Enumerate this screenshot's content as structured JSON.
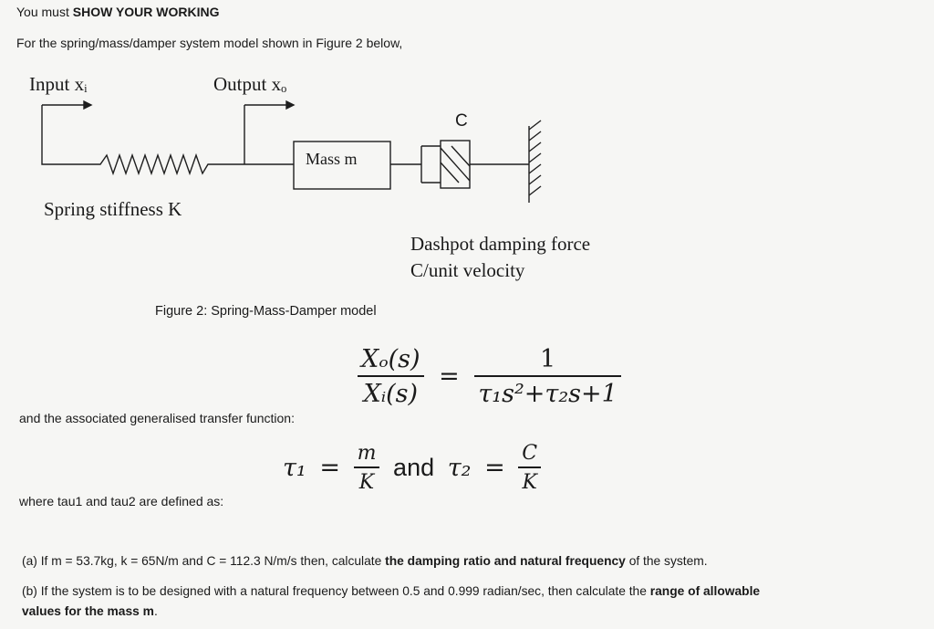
{
  "intro": {
    "line1_prefix": "You must ",
    "line1_bold": "SHOW YOUR WORKING",
    "line2": "For the spring/mass/damper system model shown in Figure 2 below,"
  },
  "diagram": {
    "input_label": "Input xᵢ",
    "output_label": "Output xₒ",
    "damper_label": "C",
    "mass_label": "Mass m",
    "spring_label": "Spring stiffness K",
    "dashpot_line1": "Dashpot damping force",
    "dashpot_line2": "C/unit velocity"
  },
  "figure_caption": "Figure 2: Spring-Mass-Damper model",
  "transfer": {
    "lead_text": "and the associated generalised transfer function:",
    "lhs_num": "Xₒ(s)",
    "lhs_den": "Xᵢ(s)",
    "equals": "=",
    "rhs_num": "1",
    "rhs_den": "τ₁s²+τ₂s+1"
  },
  "taus": {
    "lead_text": "where tau1 and tau2 are defined as:",
    "tau1": "τ₁",
    "equals": "=",
    "tau1_num": "m",
    "tau1_den": "K",
    "and_text": "and",
    "tau2": "τ₂",
    "tau2_num": "C",
    "tau2_den": "K"
  },
  "questions": {
    "a_prefix": "(a)  If m = 53.7kg, k = 65N/m and C = 112.3 N/m/s then, calculate ",
    "a_bold": "the damping ratio and natural frequency",
    "a_suffix": " of the system.",
    "b_prefix": "(b)  If the system is to be designed with a natural frequency between 0.5 and 0.999 radian/sec, then calculate the ",
    "b_bold1": "range of allowable",
    "b_bold2": "values for the mass m",
    "b_end": "."
  }
}
